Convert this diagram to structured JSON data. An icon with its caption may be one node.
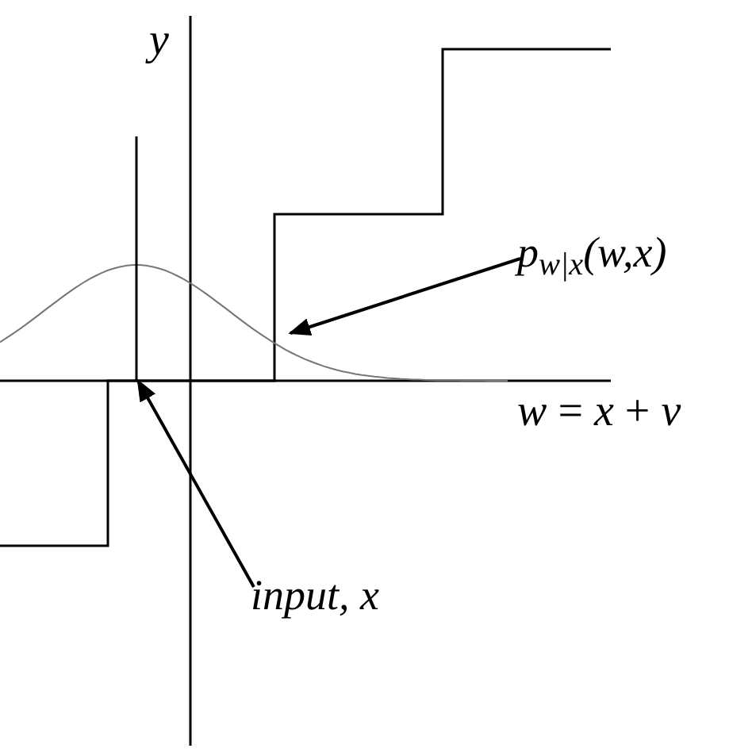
{
  "diagram": {
    "nodes": [
      {
        "text": [
          "p$_{w|x}$(w,x)"
        ]
      },
      {
        "text": [
          "input, x"
        ]
      },
      {
        "text": [],
        "shape": "curve"
      },
      {
        "text": [],
        "shape": "line"
      }
    ],
    "edges": [
      {
        "from": 0,
        "to": 2,
        "arrow": "to"
      },
      {
        "from": 1,
        "to": 3,
        "arrow": "to"
      }
    ],
    "labels": [
      "y",
      "*w* = *x* + *v*"
    ]
  }
}
